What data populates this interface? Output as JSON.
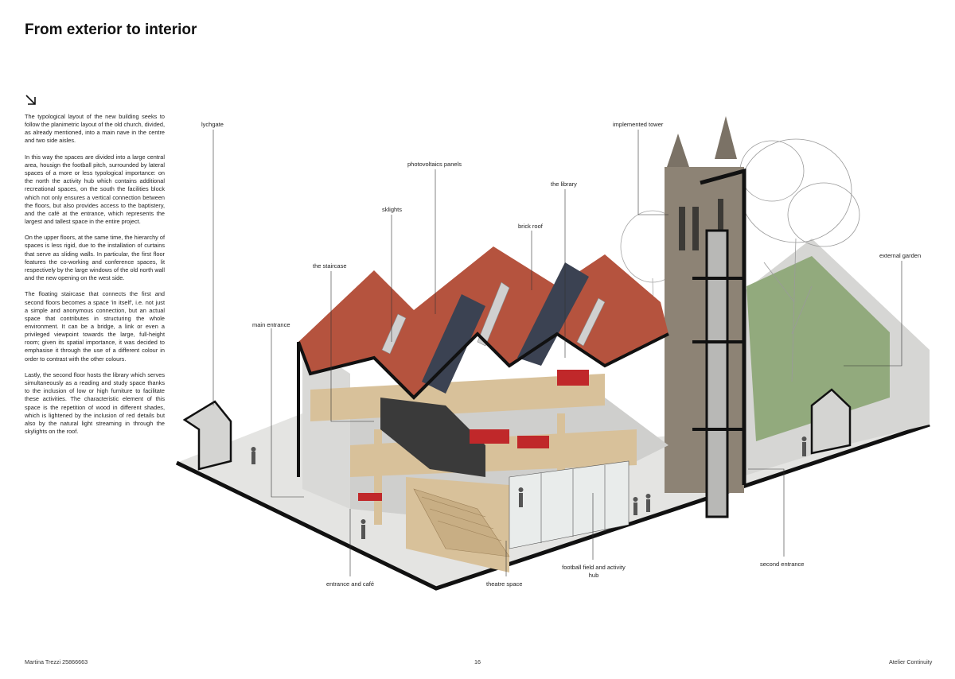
{
  "page": {
    "title": "From exterior to interior",
    "paragraphs": [
      "The typological layout of the new building seeks to follow the planimetric layout of the old church, divided, as already mentioned, into a main nave in the centre and two side aisles.",
      "In this way the spaces are divided into a large central area, housign the football pitch, surrounded by lateral spaces of a more or less typological importance: on the north the activity hub which contains additional recreational spaces, on the south the facilities block which not only ensures a vertical connection between the floors, but also provides access to the baptistery, and the café at the entrance, which represents the largest and tallest space in the entire project.",
      "On the upper floors, at the same time, the hierarchy of spaces is less rigid, due to the installation of curtains that serve as sliding walls. In particular, the first floor features the co-working and conference spaces, lit respectively by the large windows of the old north wall and the new opening on the west side.",
      "The floating staircase that connects the first and second floors becomes a space 'in itself', i.e. not just a simple and anonymous connection, but an actual space that contributes in structuring the whole environment. It can be a bridge, a link or even a privileged viewpoint towards the large, full-height room; given its spatial importance, it was decided to emphasise it through the use of a different colour in order to contrast with the other colours.",
      "Lastly, the second floor hosts the library which serves simultaneously as a reading and study space thanks to the inclusion of low or high furniture to facilitate these activities. The characteristic element of this space is the repetition of wood in different shades, which is lightened by the inclusion of red details but also by the natural light streaming in through the skylights on the roof."
    ]
  },
  "labels": {
    "lychgate": "lychgate",
    "implemented_tower": "implemented tower",
    "photovoltaics_panels": "photovoltaics panels",
    "the_library": "the library",
    "skylights": "sklights",
    "brick_roof": "brick roof",
    "external_garden": "external garden",
    "the_staircase": "the staircase",
    "main_entrance": "main entrance",
    "second_entrance": "second entrance",
    "football_field": "football field and activity hub",
    "entrance_cafe": "entrance and café",
    "theatre_space": "theatre space"
  },
  "footer": {
    "author": "Martina Trezzi 25866663",
    "page_number": "16",
    "studio": "Atelier Continuity"
  },
  "colors": {
    "roof": "#b5533e",
    "pv_panel": "#3b4252",
    "wood": "#d8c19a",
    "red_accent": "#c0282a",
    "garden": "#8ea878",
    "tower": "#8d8375",
    "outline": "#111111"
  }
}
